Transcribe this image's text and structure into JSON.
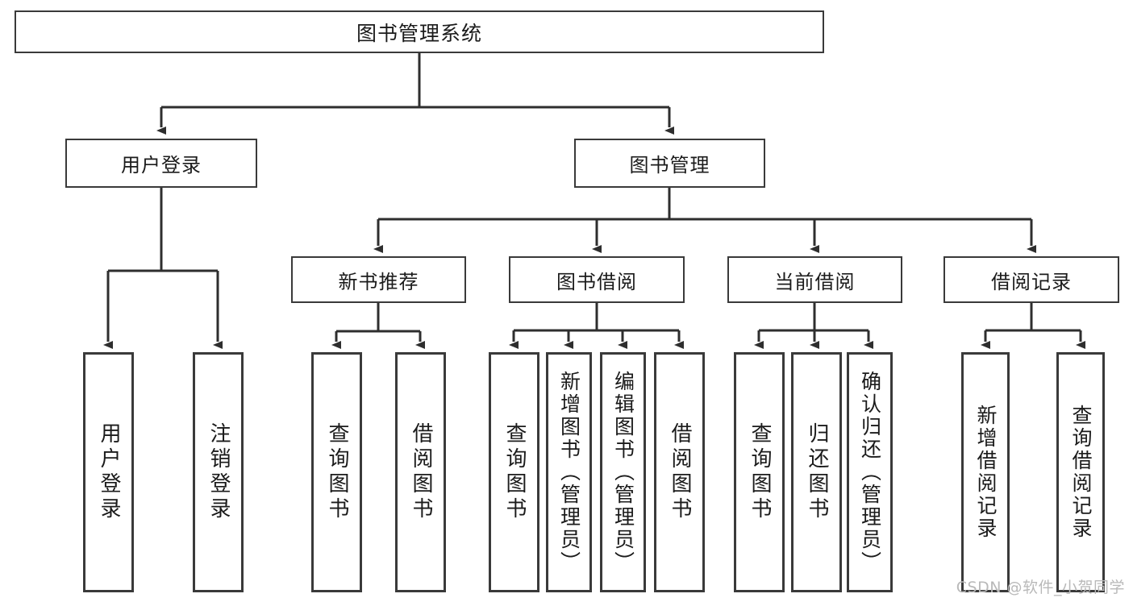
{
  "diagram": {
    "title": "图书管理系统",
    "type": "tree-structure-chart",
    "watermark": "CSDN @软件_小贺同学",
    "colors": {
      "background": "#ffffff",
      "border": "#3a3a3a",
      "text": "#1b1b1b",
      "connector": "#2e2e2e",
      "watermark": "#b9b9b9"
    },
    "root": {
      "label": "图书管理系统"
    },
    "level2": [
      {
        "label": "用户登录"
      },
      {
        "label": "图书管理"
      }
    ],
    "level3": [
      {
        "label": "新书推荐"
      },
      {
        "label": "图书借阅"
      },
      {
        "label": "当前借阅"
      },
      {
        "label": "借阅记录"
      }
    ],
    "leaves": {
      "user_login": [
        {
          "label": "用户登录"
        },
        {
          "label": "注销登录"
        }
      ],
      "new_book_recommend": [
        {
          "label": "查询图书"
        },
        {
          "label": "借阅图书"
        }
      ],
      "book_borrow": [
        {
          "label": "查询图书"
        },
        {
          "label": "新增图书（管理员）"
        },
        {
          "label": "编辑图书（管理员）"
        },
        {
          "label": "借阅图书"
        }
      ],
      "current_borrow": [
        {
          "label": "查询图书"
        },
        {
          "label": "归还图书"
        },
        {
          "label": "确认归还（管理员）"
        }
      ],
      "borrow_record": [
        {
          "label": "新增借阅记录"
        },
        {
          "label": "查询借阅记录"
        }
      ]
    }
  }
}
